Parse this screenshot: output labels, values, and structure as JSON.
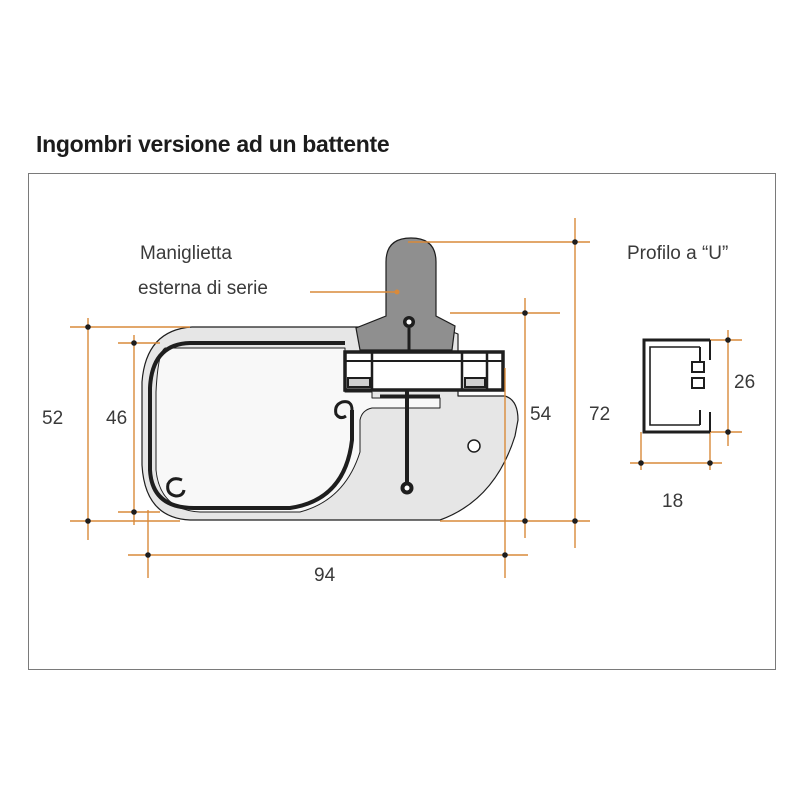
{
  "title": "Ingombri versione ad un battente",
  "labels": {
    "handle_line1": "Maniglietta",
    "handle_line2": "esterna di serie",
    "u_profile": "Profilo a “U”"
  },
  "dimensions": {
    "d52": "52",
    "d46": "46",
    "d54": "54",
    "d72": "72",
    "d94": "94",
    "d26": "26",
    "d18": "18"
  },
  "colors": {
    "dimension_line": "#d98a3a",
    "profile_fill": "#e6e6e6",
    "handle_fill": "#8f8f8f",
    "outline": "#1e1e1e"
  }
}
